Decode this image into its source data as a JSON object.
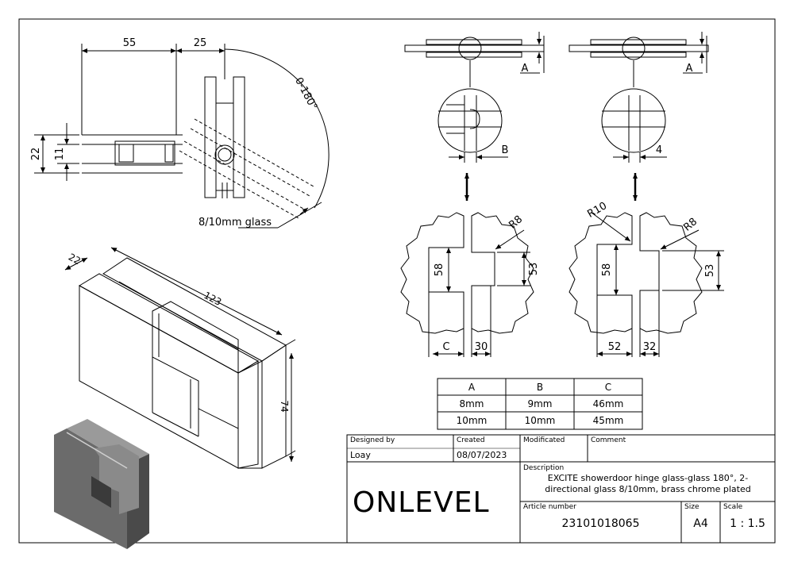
{
  "dimensions": {
    "d55": "55",
    "d25": "25",
    "d22": "22",
    "d11": "11",
    "angle": "0-180°",
    "glass": "8/10mm glass",
    "iso22": "22",
    "iso123": "123",
    "iso74": "74",
    "A1": "A",
    "A2": "A",
    "B": "B",
    "four": "4",
    "r8a": "R8",
    "r10": "R10",
    "r8b": "R8",
    "d58a": "58",
    "d53a": "53",
    "d58b": "58",
    "d53b": "53",
    "C": "C",
    "d30": "30",
    "d52": "52",
    "d32": "32"
  },
  "spec_table": {
    "headers": [
      "A",
      "B",
      "C"
    ],
    "rows": [
      [
        "8mm",
        "9mm",
        "46mm"
      ],
      [
        "10mm",
        "10mm",
        "45mm"
      ]
    ]
  },
  "title_block": {
    "designed_by_label": "Designed by",
    "designed_by": "Loay",
    "created_label": "Created",
    "created": "08/07/2023",
    "modified_label": "Modificated",
    "comment_label": "Comment",
    "description_label": "Description",
    "description": "EXCITE showerdoor hinge glass-glass 180°, 2-directional glass 8/10mm, brass chrome plated",
    "logo": "ONLEVEL",
    "article_label": "Article number",
    "article": "23101018065",
    "size_label": "Size",
    "size": "A4",
    "scale_label": "Scale",
    "scale": "1 : 1.5"
  }
}
